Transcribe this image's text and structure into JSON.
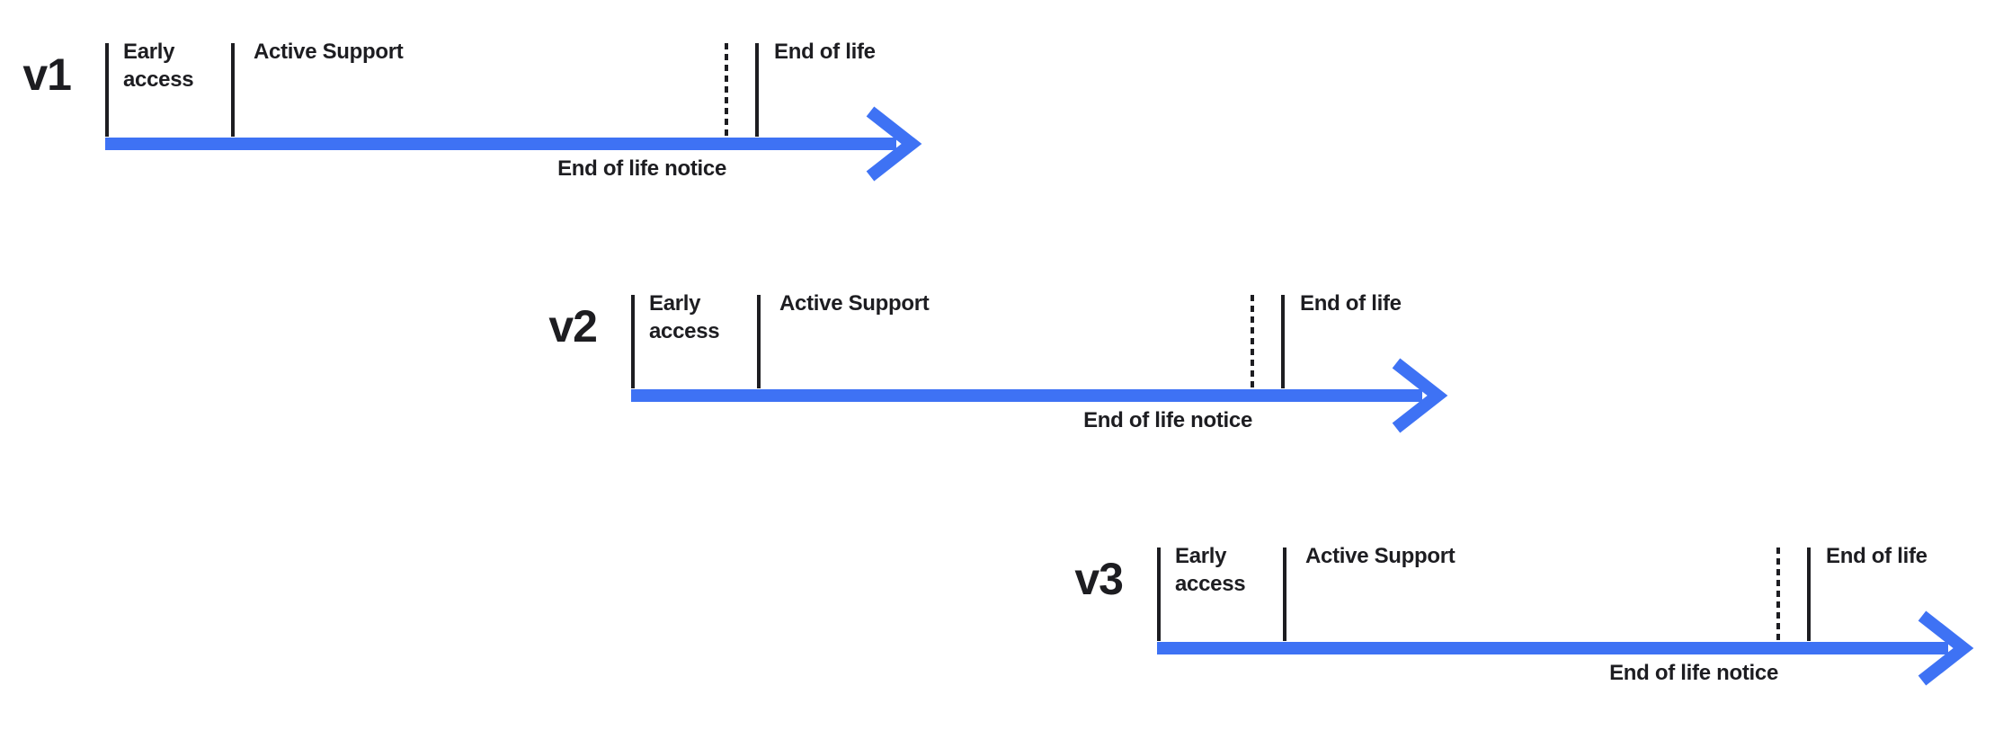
{
  "diagram": {
    "type": "version-lifecycle-timelines",
    "colors": {
      "arrow": "#3e72f4",
      "ink": "#1d1d21",
      "background": "#ffffff"
    },
    "timelines": [
      {
        "version": "v1",
        "phases": {
          "early_access": "Early access",
          "active_support": "Active Support",
          "end_of_life": "End of life"
        },
        "notice": "End of life notice"
      },
      {
        "version": "v2",
        "phases": {
          "early_access": "Early access",
          "active_support": "Active Support",
          "end_of_life": "End of life"
        },
        "notice": "End of life notice"
      },
      {
        "version": "v3",
        "phases": {
          "early_access": "Early access",
          "active_support": "Active Support",
          "end_of_life": "End of life"
        },
        "notice": "End of life notice"
      }
    ]
  }
}
